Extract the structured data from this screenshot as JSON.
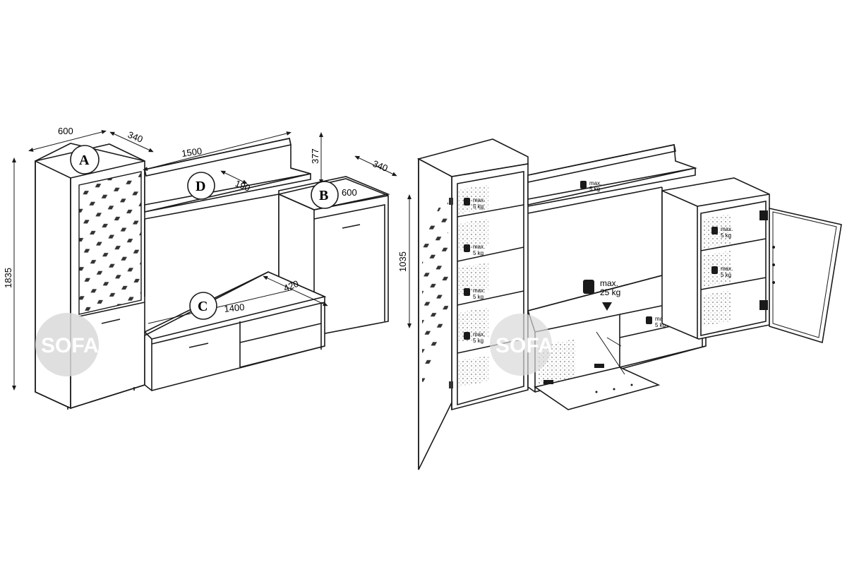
{
  "diagram": {
    "left_view": {
      "labels": {
        "a": "A",
        "b": "B",
        "c": "C",
        "d": "D"
      },
      "dimensions": {
        "a_width": "600",
        "a_depth": "340",
        "a_height": "1835",
        "d_width": "1500",
        "d_depth": "190",
        "d_height": "377",
        "b_depth": "340",
        "b_width": "600",
        "b_height": "1035",
        "c_width": "1400",
        "c_depth": "420"
      }
    },
    "right_view": {
      "load_labels": {
        "max": "max.",
        "shelf_load": "5 kg",
        "floor_load": "25 kg"
      }
    },
    "watermark": {
      "text": "SOFA",
      "color": "#d9d9d9"
    }
  }
}
